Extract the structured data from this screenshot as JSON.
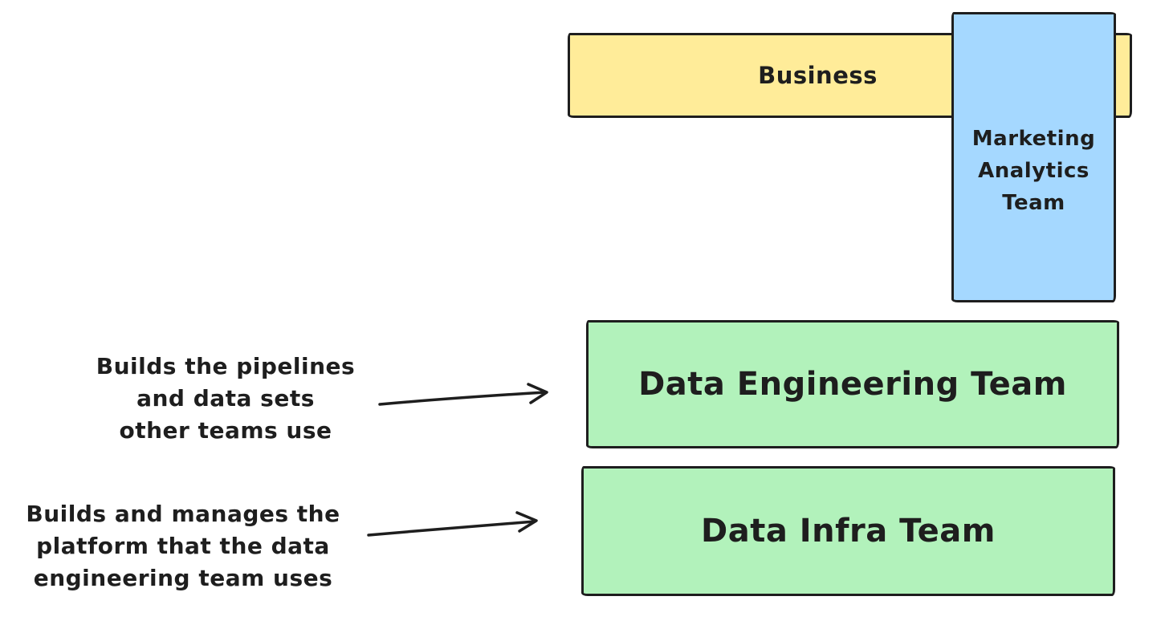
{
  "canvas": {
    "background": "#ffffff"
  },
  "colors": {
    "ink": "#1e1e1e",
    "business_fill": "#ffec99",
    "marketing_fill": "#a5d8ff",
    "team_fill": "#b2f2bb"
  },
  "boxes": {
    "business": {
      "label": "Business"
    },
    "marketing_analytics": {
      "lines": [
        "Marketing",
        "Analytics",
        "Team"
      ]
    },
    "data_engineering": {
      "label": "Data Engineering Team"
    },
    "data_infra": {
      "label": "Data Infra Team"
    }
  },
  "annotations": {
    "data_engineering_note": {
      "lines": [
        "Builds the pipelines",
        "and data sets",
        "other teams use"
      ]
    },
    "data_infra_note": {
      "lines": [
        "Builds and manages the",
        "platform that the data",
        "engineering team uses"
      ]
    }
  }
}
